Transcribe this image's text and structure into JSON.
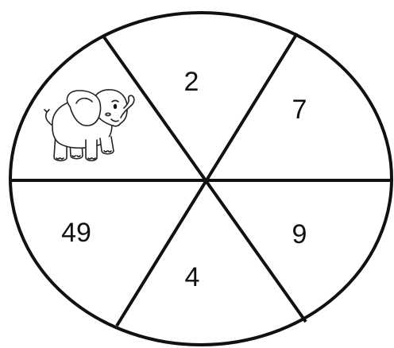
{
  "wheel": {
    "segments": [
      {
        "position": "top",
        "label": "2"
      },
      {
        "position": "upper-right",
        "label": "7"
      },
      {
        "position": "lower-right",
        "label": "9"
      },
      {
        "position": "bottom",
        "label": "4"
      },
      {
        "position": "lower-left",
        "label": "49"
      },
      {
        "position": "upper-left",
        "label": "",
        "picture": "elephant-icon"
      }
    ],
    "colors": {
      "stroke": "#111111",
      "fill": "#ffffff"
    }
  }
}
